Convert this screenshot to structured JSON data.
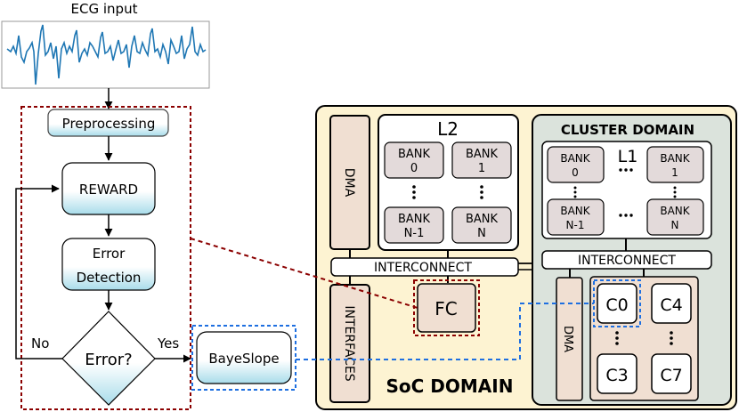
{
  "ecg": {
    "label": "ECG input"
  },
  "flow": {
    "preprocessing": "Preprocessing",
    "reward": "REWARD",
    "error_detection_1": "Error",
    "error_detection_2": "Detection",
    "decision": "Error?",
    "no_label": "No",
    "yes_label": "Yes",
    "bayeslope": "BayeSlope"
  },
  "soc": {
    "title": "SoC DOMAIN",
    "dma": "DMA",
    "interfaces": "INTERFACES",
    "l2": "L2",
    "banks": [
      {
        "line1": "BANK",
        "line2": "0"
      },
      {
        "line1": "BANK",
        "line2": "1"
      },
      {
        "line1": "BANK",
        "line2": "N-1"
      },
      {
        "line1": "BANK",
        "line2": "N"
      }
    ],
    "interconnect": "INTERCONNECT",
    "fc": "FC"
  },
  "cluster": {
    "title": "CLUSTER DOMAIN",
    "l1": "L1",
    "banks": [
      {
        "line1": "BANK",
        "line2": "0"
      },
      {
        "line1": "BANK",
        "line2": "1"
      },
      {
        "line1": "BANK",
        "line2": "N-1"
      },
      {
        "line1": "BANK",
        "line2": "N"
      }
    ],
    "interconnect": "INTERCONNECT",
    "dma": "DMA",
    "cores": [
      "C0",
      "C4",
      "C3",
      "C7"
    ]
  },
  "colors": {
    "ecg_signal": "#1f77b4",
    "flow_border": "#8b0000",
    "flow_box_top": "#ffffff",
    "flow_box_bottom": "#a8dcea",
    "soc_bg": "#fdf3d2",
    "cluster_bg": "#dbe3dc",
    "dma_bg": "#f0dfd2",
    "bank_bg": "#e3dada",
    "link_blue": "#1e6fe0"
  }
}
